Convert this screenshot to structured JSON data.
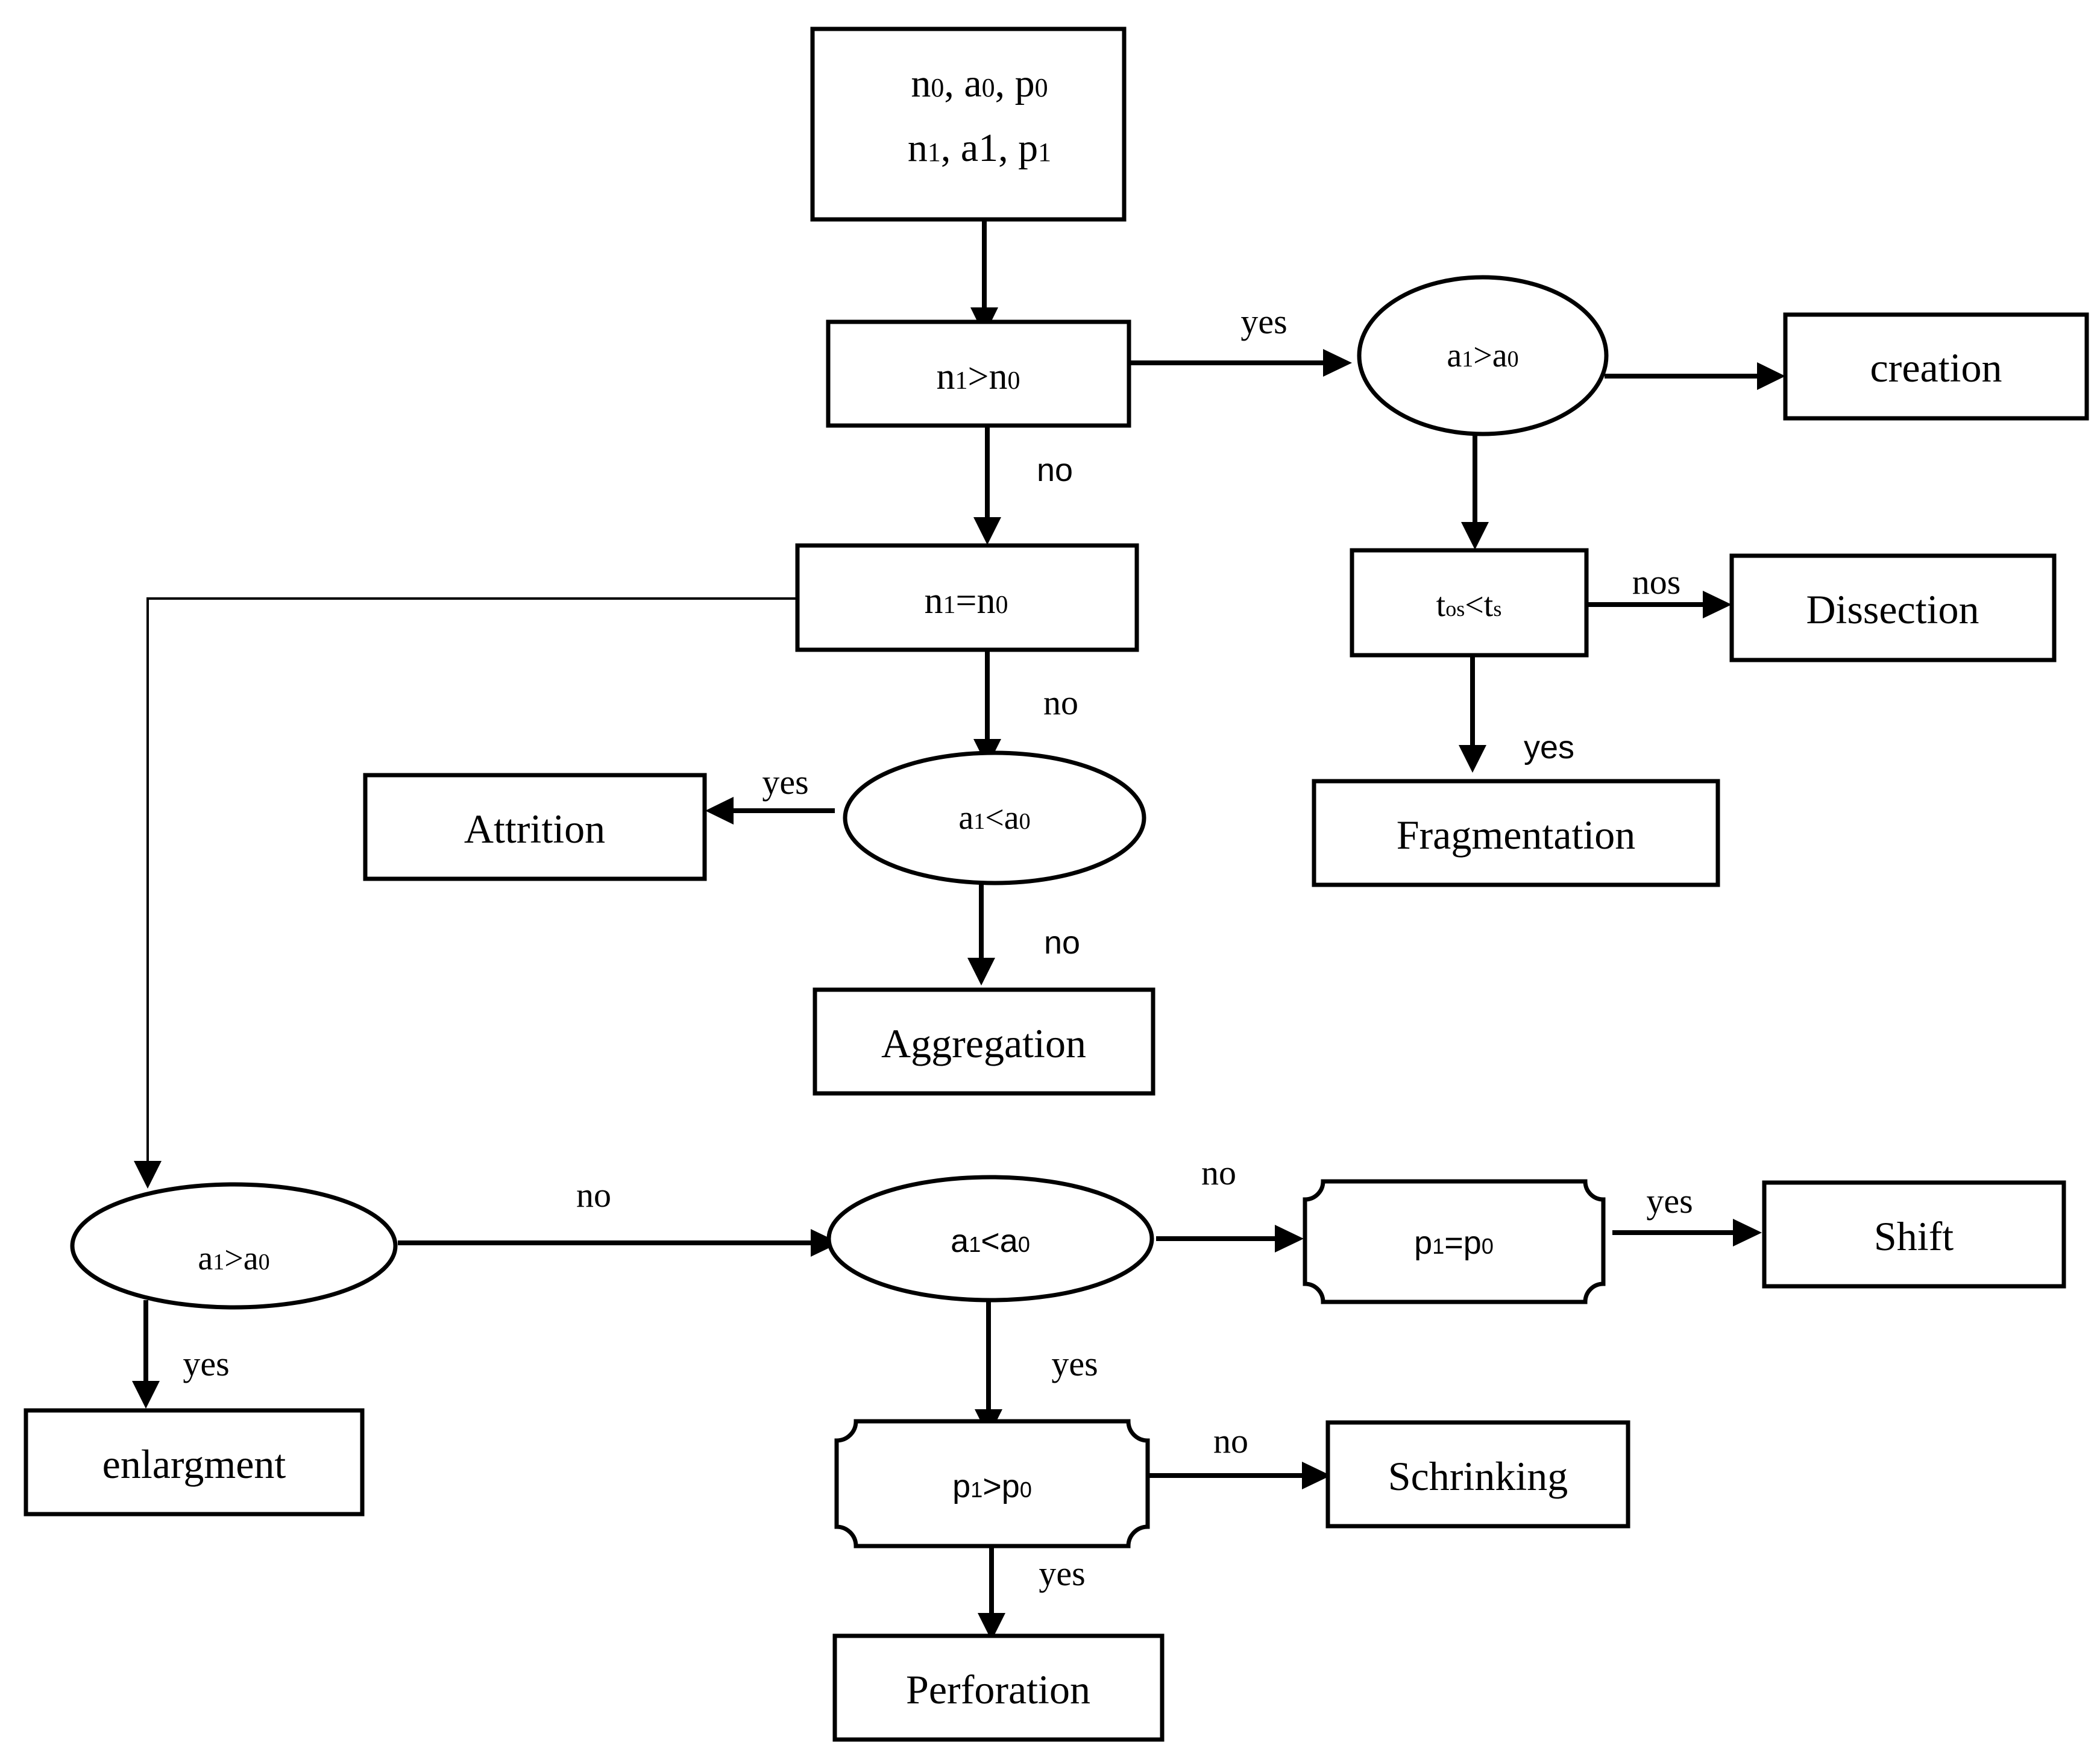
{
  "nodes": {
    "input": {
      "line1": {
        "n": "n",
        "n_sub": "0",
        "a": ", a",
        "a_sub": "0",
        "p": ", p",
        "p_sub": "0"
      },
      "line2": {
        "n": "n",
        "n_sub": "1",
        "a": ", a1, p",
        "p_sub": "1"
      }
    },
    "n1_gt_n0": {
      "a": "n",
      "a_sub": "1",
      "op": ">n",
      "b_sub": "0"
    },
    "n1_eq_n0": {
      "a": "n",
      "a_sub": "1",
      "op": "=n",
      "b_sub": "0"
    },
    "a1_gt_a0_top": {
      "a": "a",
      "a_sub": "1",
      "op": ">a",
      "b_sub": "0"
    },
    "a1_lt_a0_mid": {
      "a": "a",
      "a_sub": "1",
      "op": "<a",
      "b_sub": "0"
    },
    "a1_gt_a0_bottom": {
      "a": "a",
      "a_sub": "1",
      "op": ">a",
      "b_sub": "0"
    },
    "a1_lt_a0_bottom": {
      "a": "a",
      "a_sub": "1",
      "op": "<a",
      "b_sub": "0"
    },
    "t_os_lt_t_s": {
      "a": "t",
      "a_sub": "os",
      "op": "<t",
      "b_sub": "s"
    },
    "p1_eq_p0": {
      "a": "p",
      "a_sub": "1",
      "op": "=p",
      "b_sub": "0"
    },
    "p1_gt_p0": {
      "a": "p",
      "a_sub": "1",
      "op": ">p",
      "b_sub": "0"
    },
    "creation": "creation",
    "dissection": "Dissection",
    "fragmentation": "Fragmentation",
    "attrition": "Attrition",
    "aggregation": "Aggregation",
    "enlargment": "enlargment",
    "shift": "Shift",
    "schrinking": "Schrinking",
    "perforation": "Perforation"
  },
  "edge_labels": {
    "n_gt_yes": "yes",
    "n_gt_no": "no",
    "n_eq_no": "no",
    "a_lt_mid_yes": "yes",
    "a_lt_mid_no": "no",
    "t_nos": "nos",
    "t_yes": "yes",
    "a_gt_bottom_no": "no",
    "a_gt_bottom_yes": "yes",
    "a_lt_bottom_no": "no",
    "a_lt_bottom_yes": "yes",
    "p_eq_yes": "yes",
    "p_gt_no": "no",
    "p_gt_yes": "yes"
  }
}
